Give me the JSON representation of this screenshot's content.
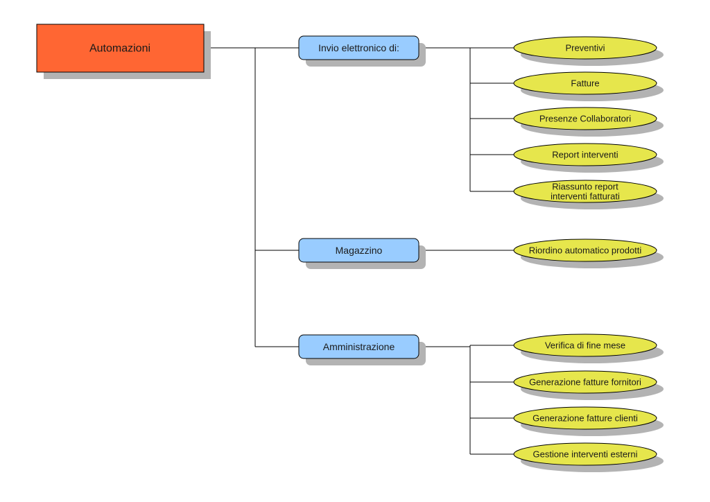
{
  "diagram": {
    "colors": {
      "root_fill": "#ff6633",
      "category_fill": "#99ccff",
      "leaf_fill": "#e6e64c",
      "shadow": "#b3b3b3",
      "line": "#000000"
    },
    "root": {
      "label": "Automazioni"
    },
    "categories": [
      {
        "label": "Invio elettronico di:",
        "children": [
          {
            "lines": [
              "Preventivi"
            ]
          },
          {
            "lines": [
              "Fatture"
            ]
          },
          {
            "lines": [
              "Presenze Collaboratori"
            ]
          },
          {
            "lines": [
              "Report interventi"
            ]
          },
          {
            "lines": [
              "Riassunto report",
              "interventi fatturati"
            ]
          }
        ]
      },
      {
        "label": "Magazzino",
        "children": [
          {
            "lines": [
              "Riordino automatico prodotti"
            ]
          }
        ]
      },
      {
        "label": "Amministrazione",
        "children": [
          {
            "lines": [
              "Verifica di fine mese"
            ]
          },
          {
            "lines": [
              "Generazione fatture fornitori"
            ]
          },
          {
            "lines": [
              "Generazione fatture clienti"
            ]
          },
          {
            "lines": [
              "Gestione interventi esterni"
            ]
          }
        ]
      }
    ]
  }
}
